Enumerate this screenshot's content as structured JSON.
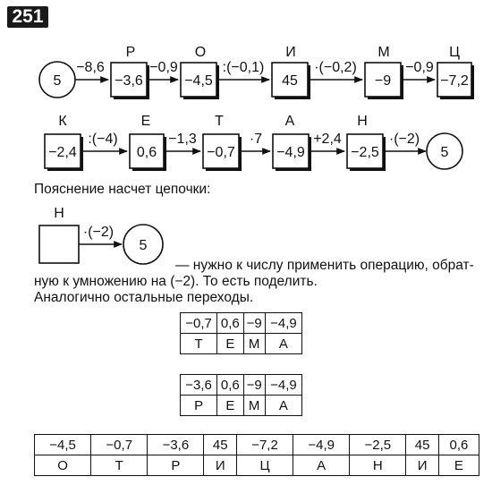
{
  "badge": "251",
  "chain1": {
    "start": "5",
    "nodes": [
      {
        "letter": "Р",
        "value": "−3,6",
        "op": "−8,6"
      },
      {
        "letter": "О",
        "value": "−4,5",
        "op": "−0,9"
      },
      {
        "letter": "И",
        "value": "45",
        "op": ":(−0,1)"
      },
      {
        "letter": "М",
        "value": "−9",
        "op": "·(−0,2)"
      },
      {
        "letter": "Ц",
        "value": "−7,2",
        "op": "−0,9"
      }
    ]
  },
  "chain2": {
    "nodes": [
      {
        "letter": "К",
        "value": "−2,4"
      },
      {
        "letter": "Е",
        "value": "0,6",
        "op": ":(−4)"
      },
      {
        "letter": "Т",
        "value": "−0,7",
        "op": "−1,3"
      },
      {
        "letter": "А",
        "value": "−4,9",
        "op": "·7"
      },
      {
        "letter": "Н",
        "value": "−2,5",
        "op": "+2,4"
      }
    ],
    "end": "5",
    "end_op": "·(−2)"
  },
  "explanation": {
    "heading": "Пояснение насчет цепочки:",
    "letter": "Н",
    "op": "·(−2)",
    "value": "5",
    "line1": "— нужно к числу применить операцию, обрат-",
    "line2": "ную к умножению на (−2). То есть поделить.",
    "line3": "Аналогично остальные переходы."
  },
  "table_tema": {
    "numbers": [
      "−0,7",
      "0,6",
      "−9",
      "−4,9"
    ],
    "letters": [
      "Т",
      "Е",
      "М",
      "А"
    ]
  },
  "table_rema": {
    "numbers": [
      "−3,6",
      "0,6",
      "−9",
      "−4,9"
    ],
    "letters": [
      "Р",
      "Е",
      "М",
      "А"
    ]
  },
  "table_otricanie": {
    "numbers": [
      "−4,5",
      "−0,7",
      "−3,6",
      "45",
      "−7,2",
      "−4,9",
      "−2,5",
      "45",
      "0,6"
    ],
    "letters": [
      "О",
      "Т",
      "Р",
      "И",
      "Ц",
      "А",
      "Н",
      "И",
      "Е"
    ]
  }
}
